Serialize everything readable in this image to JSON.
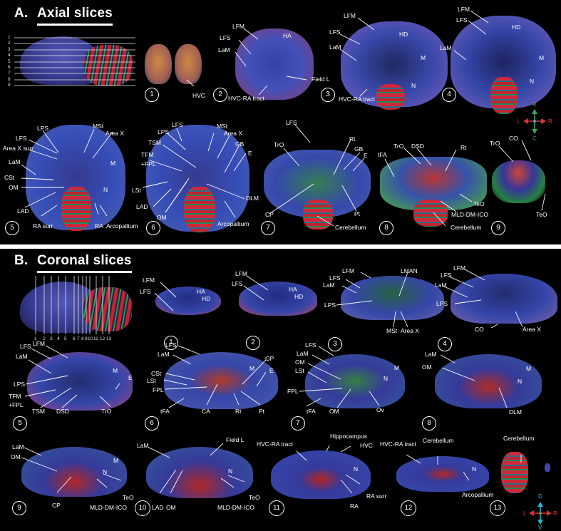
{
  "sectionA": {
    "letter": "A.",
    "title": "Axial slices",
    "sagittal_tick_labels": [
      "1",
      "2",
      "3",
      "4",
      "5",
      "6",
      "7",
      "8",
      "9"
    ],
    "panels": [
      {
        "num": "1",
        "labels": [
          "HVC"
        ]
      },
      {
        "num": "2",
        "labels": [
          "LFM",
          "LFS",
          "LaM",
          "HA",
          "Field L",
          "HVC-RA tract"
        ]
      },
      {
        "num": "3",
        "labels": [
          "LFM",
          "LFS",
          "LaM",
          "HD",
          "M",
          "N",
          "HVC-RA tract"
        ]
      },
      {
        "num": "4",
        "labels": [
          "LFM",
          "LFS",
          "LaM",
          "HD",
          "M",
          "N"
        ]
      },
      {
        "num": "5",
        "labels": [
          "LPS",
          "LFS",
          "Area X surr",
          "LaM",
          "CSt",
          "OM",
          "LAD",
          "RA surr",
          "MSt",
          "Area X",
          "M",
          "N",
          "RA",
          "Arcopallium"
        ]
      },
      {
        "num": "6",
        "labels": [
          "LFS",
          "LPS",
          "TSM",
          "TFM",
          "+FPL",
          "LSt",
          "LAD",
          "OM",
          "MSt",
          "Area X",
          "GB",
          "E",
          "DLM",
          "Arcopallium"
        ]
      },
      {
        "num": "7",
        "labels": [
          "LFS",
          "TrO",
          "Rt",
          "GB",
          "E",
          "CP",
          "Pt",
          "Cerebellum"
        ]
      },
      {
        "num": "8",
        "labels": [
          "tFA",
          "TrO",
          "DSD",
          "Rt",
          "TeO",
          "MLD-DM-ICO",
          "Cerebellum"
        ]
      },
      {
        "num": "9",
        "labels": [
          "TrO",
          "CO",
          "TeO"
        ]
      }
    ],
    "orientation": {
      "top": "R",
      "bottom": "C",
      "left": "L",
      "right": "R"
    }
  },
  "sectionB": {
    "letter": "B.",
    "title": "Coronal slices",
    "sagittal_tick_labels": [
      "1",
      "2",
      "3",
      "4",
      "5",
      "6",
      "7",
      "8",
      "9",
      "10",
      "11",
      "12",
      "13"
    ],
    "panels": [
      {
        "num": "1",
        "labels": [
          "LFM",
          "LFS",
          "HA",
          "HD"
        ]
      },
      {
        "num": "2",
        "labels": [
          "LFM",
          "LFS",
          "HA",
          "HD"
        ]
      },
      {
        "num": "3",
        "labels": [
          "LFM",
          "LFS",
          "LaM",
          "LPS",
          "LMAN",
          "MSt",
          "Area X"
        ]
      },
      {
        "num": "4",
        "labels": [
          "LFM",
          "LFS",
          "LaM",
          "LPS",
          "CO",
          "Area X"
        ]
      },
      {
        "num": "5",
        "labels": [
          "LFS",
          "LFM",
          "LaM",
          "LPS",
          "TFM",
          "+FPL",
          "TSM",
          "DSD",
          "TrO",
          "M",
          "E"
        ]
      },
      {
        "num": "6",
        "labels": [
          "LFS",
          "LaM",
          "CSt",
          "LSt",
          "FPL",
          "tFA",
          "CA",
          "Rt",
          "Pt",
          "GP",
          "M",
          "E"
        ]
      },
      {
        "num": "7",
        "labels": [
          "LFS",
          "LaM",
          "OM",
          "LSt",
          "FPL",
          "tFA",
          "OM",
          "Ov",
          "M",
          "N"
        ]
      },
      {
        "num": "8",
        "labels": [
          "LaM",
          "OM",
          "M",
          "N",
          "DLM"
        ]
      },
      {
        "num": "9",
        "labels": [
          "LaM",
          "OM",
          "M",
          "N",
          "CP",
          "TeO",
          "MLD-DM-ICO"
        ]
      },
      {
        "num": "10",
        "labels": [
          "LaM",
          "Field L",
          "N",
          "LAD",
          "OM",
          "TeO",
          "MLD-DM-ICO"
        ]
      },
      {
        "num": "11",
        "labels": [
          "HVC-RA tract",
          "Hippocampus",
          "HVC",
          "N",
          "RA",
          "RA surr"
        ]
      },
      {
        "num": "12",
        "labels": [
          "HVC-RA tract",
          "Cerebellum",
          "N",
          "Arcopallium"
        ]
      },
      {
        "num": "13",
        "labels": [
          "Cerebellum"
        ]
      }
    ],
    "orientation": {
      "top": "D",
      "bottom": "V",
      "left": "L",
      "right": "R"
    }
  },
  "colors": {
    "background": "#000000",
    "text": "#ffffff",
    "axial_axis_vertical": "#3fa35a",
    "axial_axis_horizontal": "#e0303a",
    "coronal_axis_vertical": "#22b6d8",
    "coronal_axis_horizontal": "#e0303a",
    "center_dot_axial": "#22b6d8",
    "center_dot_coronal": "#3fa35a"
  }
}
